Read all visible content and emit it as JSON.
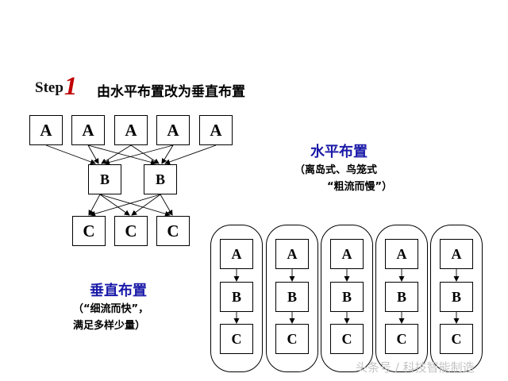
{
  "step": {
    "prefix": "Step",
    "number": "1",
    "title": "由水平布置改为垂直布置"
  },
  "horizontal": {
    "title": "水平布置",
    "line1": "（离岛式、鸟笼式",
    "line2": "“粗流而慢”）",
    "row_a": [
      "A",
      "A",
      "A",
      "A",
      "A"
    ],
    "row_b": [
      "B",
      "B"
    ],
    "row_c": [
      "C",
      "C",
      "C"
    ]
  },
  "vertical": {
    "title": "垂直布置",
    "line1": "（“细流而快”，",
    "line2": "满足多样少量）",
    "cells": [
      {
        "a": "A",
        "b": "B",
        "c": "C"
      },
      {
        "a": "A",
        "b": "B",
        "c": "C"
      },
      {
        "a": "A",
        "b": "B",
        "c": "C"
      },
      {
        "a": "A",
        "b": "B",
        "c": "C"
      },
      {
        "a": "A",
        "b": "B",
        "c": "C"
      }
    ]
  },
  "watermark": "头条号 / 科技智能制造",
  "colors": {
    "title_blue": "#1a1aa8",
    "step_red": "#c00000",
    "watermark": "#c4c4c4"
  }
}
